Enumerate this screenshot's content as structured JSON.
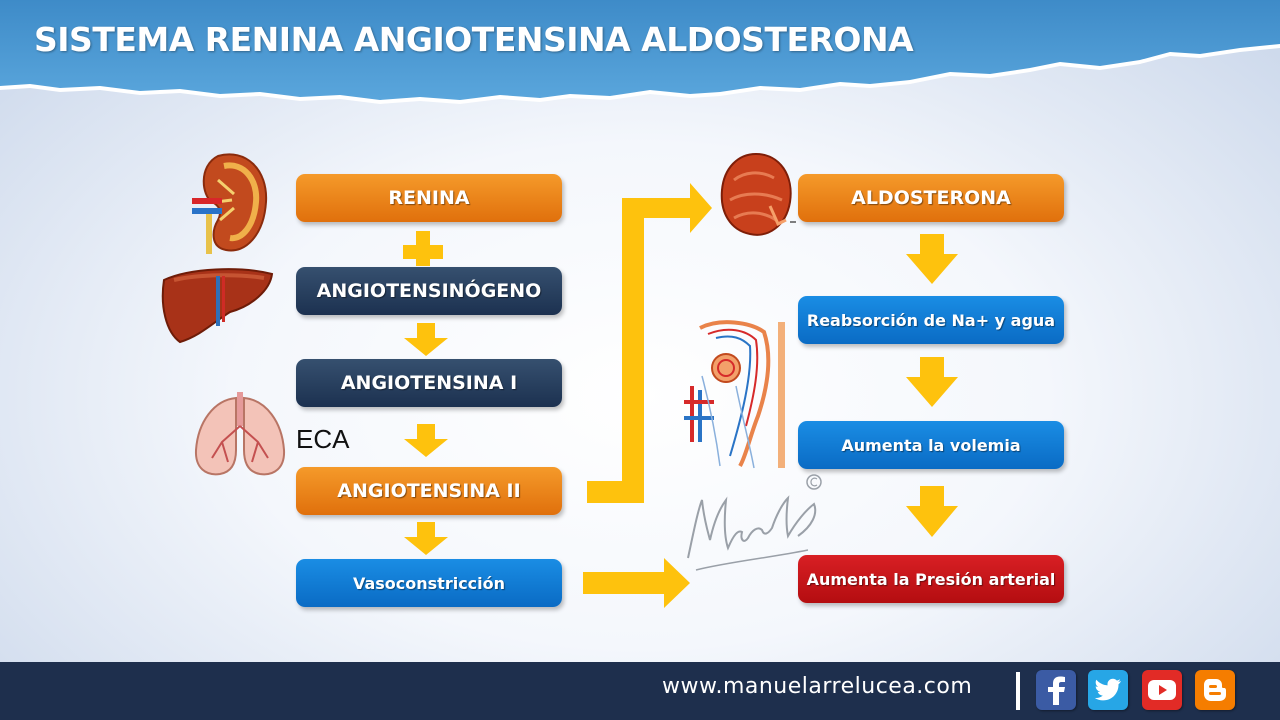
{
  "header": {
    "title": "SISTEMA RENINA ANGIOTENSINA ALDOSTERONA",
    "color": "#4a96d0"
  },
  "diagram": {
    "left_column": [
      {
        "label": "RENINA",
        "color": "orange"
      },
      {
        "label": "ANGIOTENSINÓGENO",
        "color": "navy"
      },
      {
        "label": "ANGIOTENSINA I",
        "color": "navy"
      },
      {
        "label": "ANGIOTENSINA II",
        "color": "orange"
      },
      {
        "label": "Vasoconstricción",
        "color": "blue"
      }
    ],
    "right_column": [
      {
        "label": "ALDOSTERONA",
        "color": "orange"
      },
      {
        "label": "Reabsorción de Na+ y agua",
        "color": "blue"
      },
      {
        "label": "Aumenta la volemia",
        "color": "blue"
      },
      {
        "label": "Aumenta la Presión arterial",
        "color": "red"
      }
    ],
    "eca_label": "ECA",
    "colors": {
      "orange": "#e8800f",
      "navy": "#233a5c",
      "blue": "#0f78d2",
      "red": "#c8161a",
      "arrow": "#fec20d"
    },
    "illustrations": [
      "kidney-icon",
      "liver-icon",
      "lungs-icon",
      "adrenal-gland-icon",
      "nephron-icon"
    ]
  },
  "footer": {
    "website": "www.manuelarrelucea.com",
    "social": [
      "facebook-icon",
      "twitter-icon",
      "youtube-icon",
      "blogger-icon"
    ]
  }
}
